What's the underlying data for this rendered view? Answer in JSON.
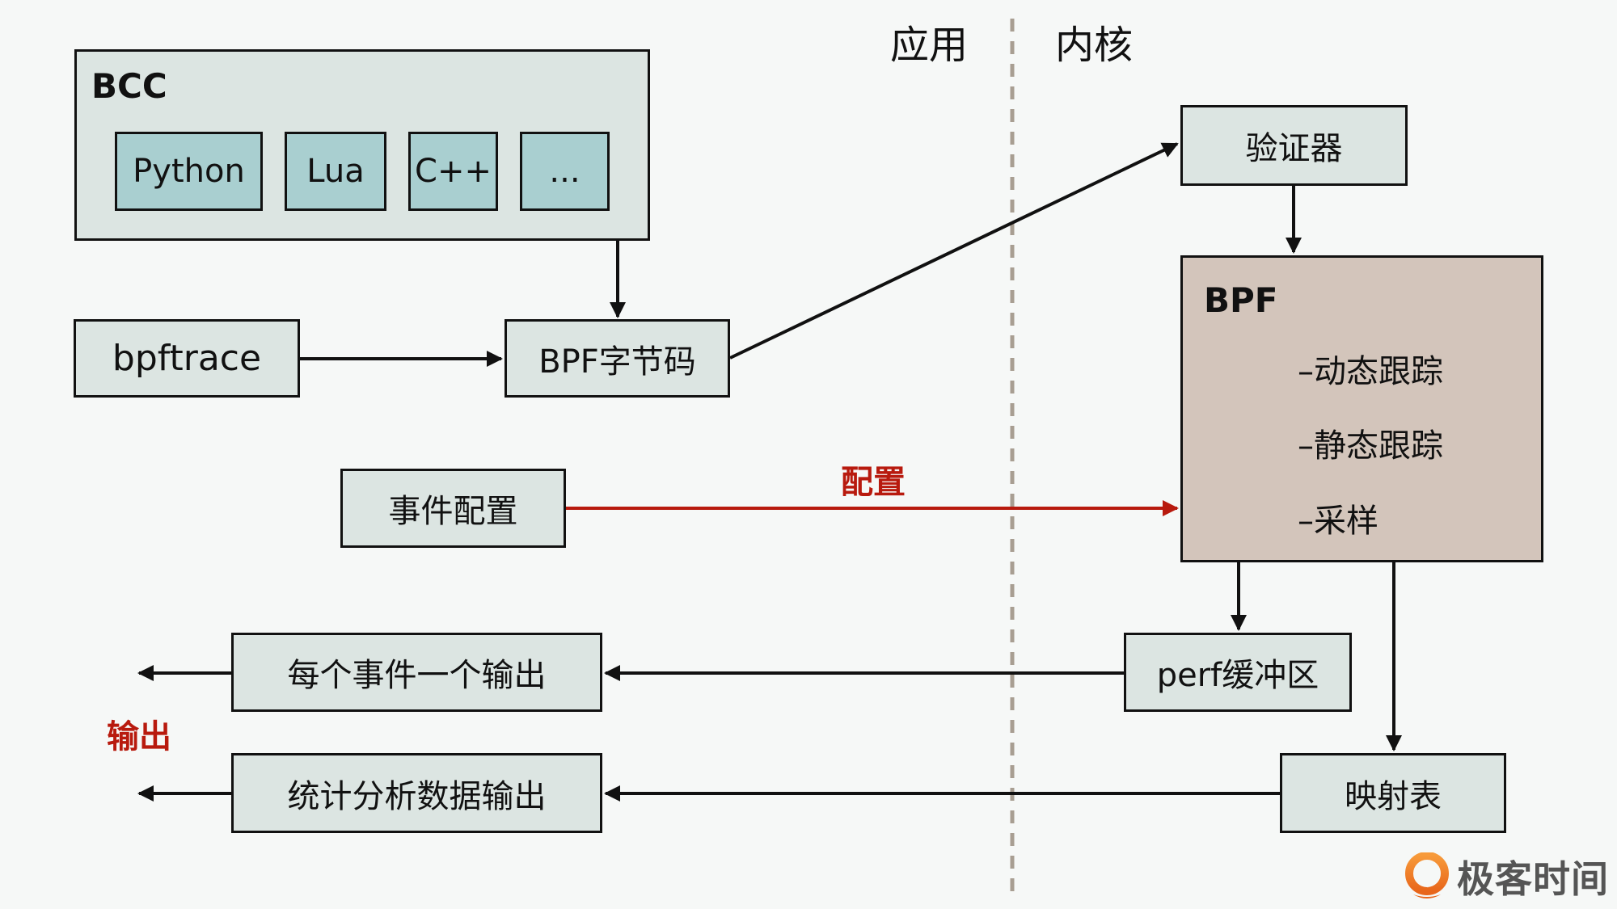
{
  "zones": {
    "user_space_label": "应用",
    "kernel_space_label": "内核"
  },
  "bcc": {
    "title": "BCC",
    "languages": [
      "Python",
      "Lua",
      "C++",
      "..."
    ]
  },
  "nodes": {
    "bpftrace": "bpftrace",
    "bytecode": "BPF字节码",
    "event_config": "事件配置",
    "verifier": "验证器",
    "perf_buffer": "perf缓冲区",
    "maps": "映射表",
    "per_event_output": "每个事件一个输出",
    "stats_output": "统计分析数据输出"
  },
  "bpf": {
    "title": "BPF",
    "items": [
      "–动态跟踪",
      "–静态跟踪",
      "–采样"
    ]
  },
  "edge_labels": {
    "config": "配置",
    "output": "输出"
  },
  "colors": {
    "box_fill": "#dce5e2",
    "lang_fill": "#a9cfd0",
    "bpf_fill": "#d3c5bb",
    "accent_red": "#b81a0e",
    "divider": "#a89e92"
  },
  "brand": {
    "name": "极客时间"
  }
}
